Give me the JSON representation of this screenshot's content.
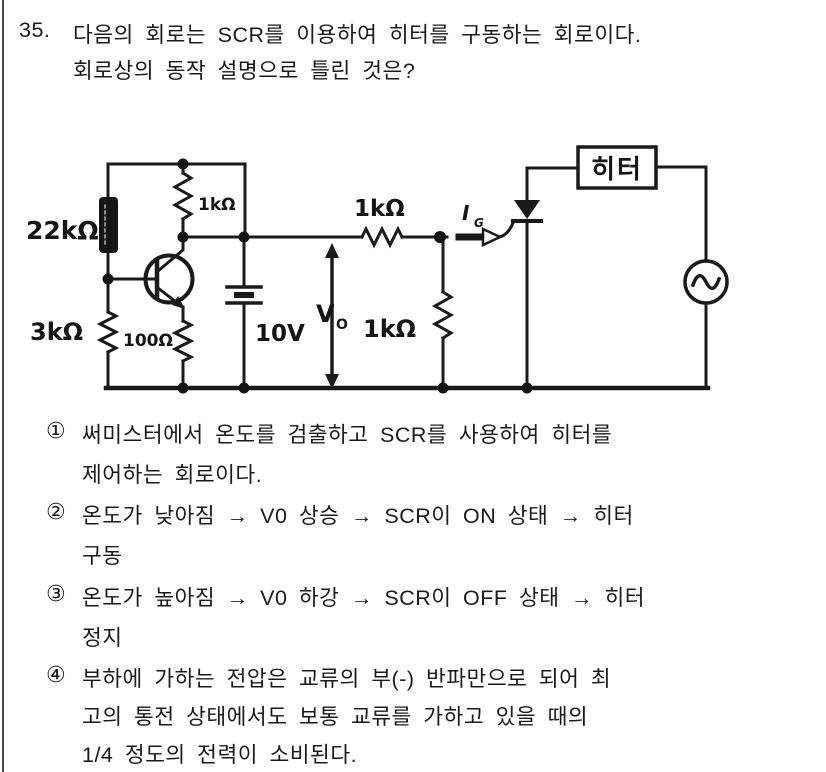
{
  "question": {
    "number": "35.",
    "lines": [
      "다음의 회로는 SCR를 이용하여 히터를 구동하는 회로이다.",
      "회로상의 동작 설명으로 틀린 것은?"
    ]
  },
  "circuit": {
    "components": {
      "thermistor_value": "22kΩ",
      "base_lower_resistor": "3kΩ",
      "emitter_resistor": "100Ω",
      "collector_resistor": "1kΩ",
      "battery_voltage": "10V",
      "output_voltage_symbol": "V",
      "output_voltage_subscript": "O",
      "load_resistor": "1kΩ",
      "gate_series_resistor": "1kΩ",
      "gate_current_symbol": "I",
      "gate_current_subscript": "G",
      "heater_label": "히터"
    }
  },
  "options": [
    {
      "number": "①",
      "lines": [
        "써미스터에서 온도를 검출하고 SCR를 사용하여 히터를",
        "제어하는 회로이다."
      ]
    },
    {
      "number": "②",
      "lines": [
        "온도가 낮아짐 → V0 상승 → SCR이 ON 상태 → 히터",
        "구동"
      ]
    },
    {
      "number": "③",
      "lines": [
        "온도가 높아짐 → V0 하강 → SCR이 OFF 상태 → 히터",
        "정지"
      ]
    },
    {
      "number": "④",
      "lines": [
        "부하에 가하는 전압은 교류의 부(-) 반파만으로 되어 최",
        "고의 통전 상태에서도 보통 교류를 가하고 있을 때의",
        "1/4 정도의 전력이 소비된다."
      ]
    }
  ]
}
